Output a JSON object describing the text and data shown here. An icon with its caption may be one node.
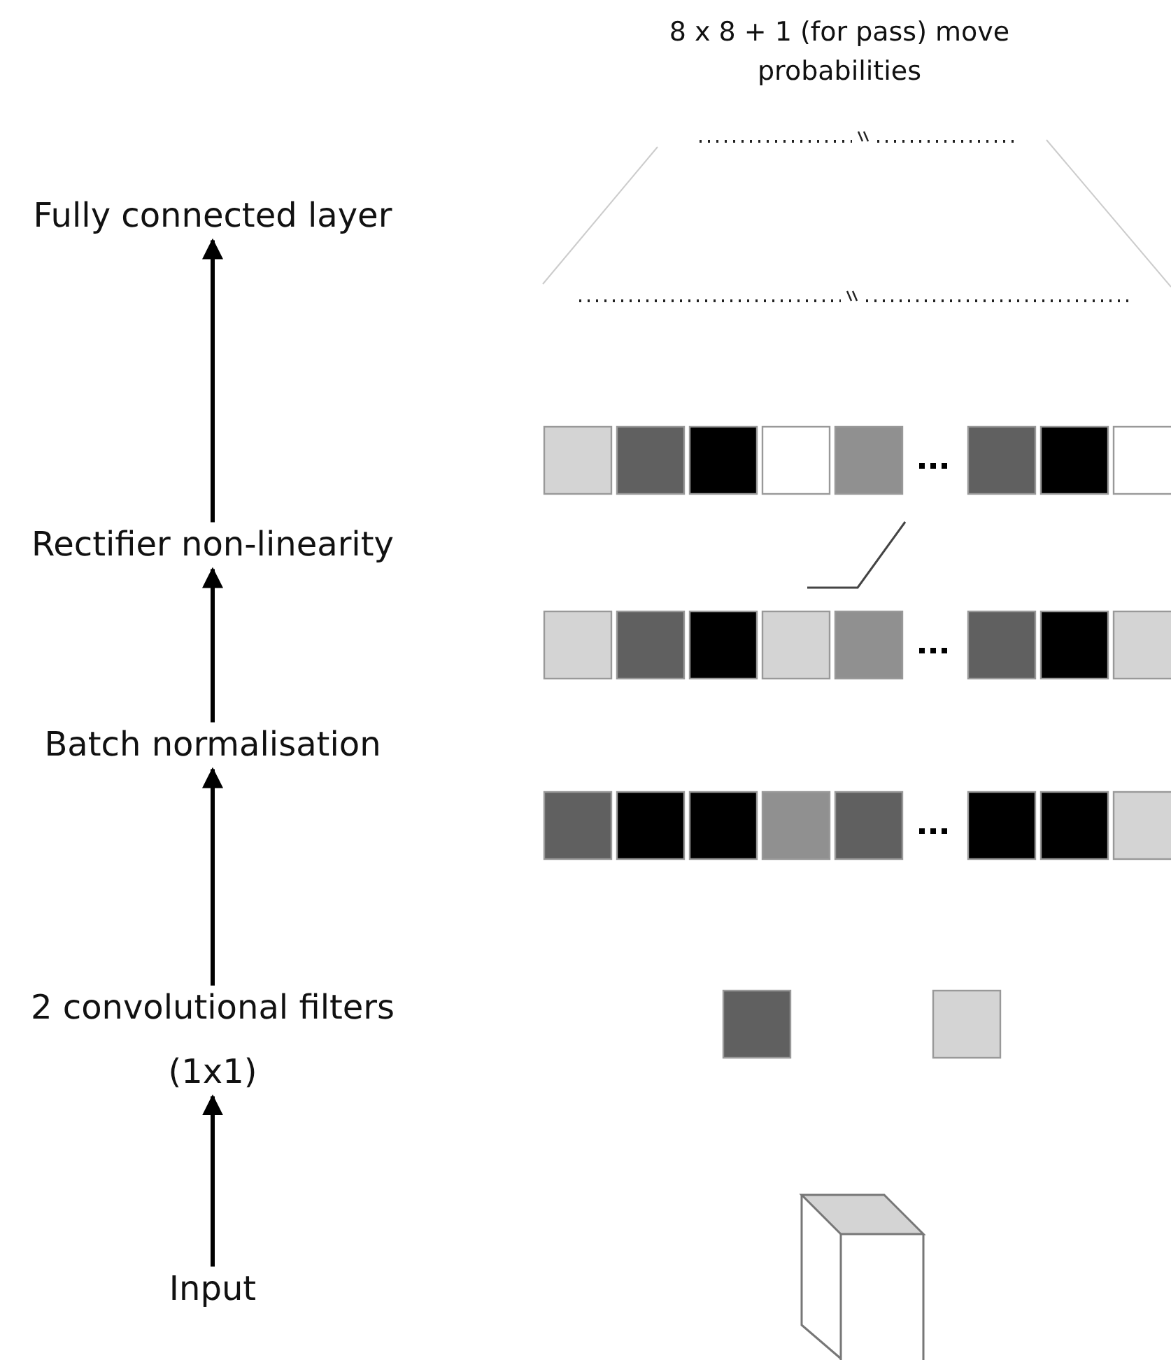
{
  "diagram": {
    "nodes": [
      {
        "text": [
          "Fully connected layer"
        ]
      },
      {
        "text": [
          "Rectifier non-linearity"
        ]
      },
      {
        "text": [
          "Batch normalisation"
        ]
      },
      {
        "text": [
          "2 convolutional filters (1x1)"
        ]
      },
      {
        "text": [
          "Input"
        ]
      }
    ],
    "edges": [
      {
        "from": 4,
        "to": 3,
        "arrow": "to"
      },
      {
        "from": 3,
        "to": 2,
        "arrow": "to"
      },
      {
        "from": 2,
        "to": 1,
        "arrow": "to"
      },
      {
        "from": 1,
        "to": 0,
        "arrow": "to"
      }
    ],
    "labels": [
      "8 x 8 + 1 (for pass) move probabilities"
    ]
  }
}
